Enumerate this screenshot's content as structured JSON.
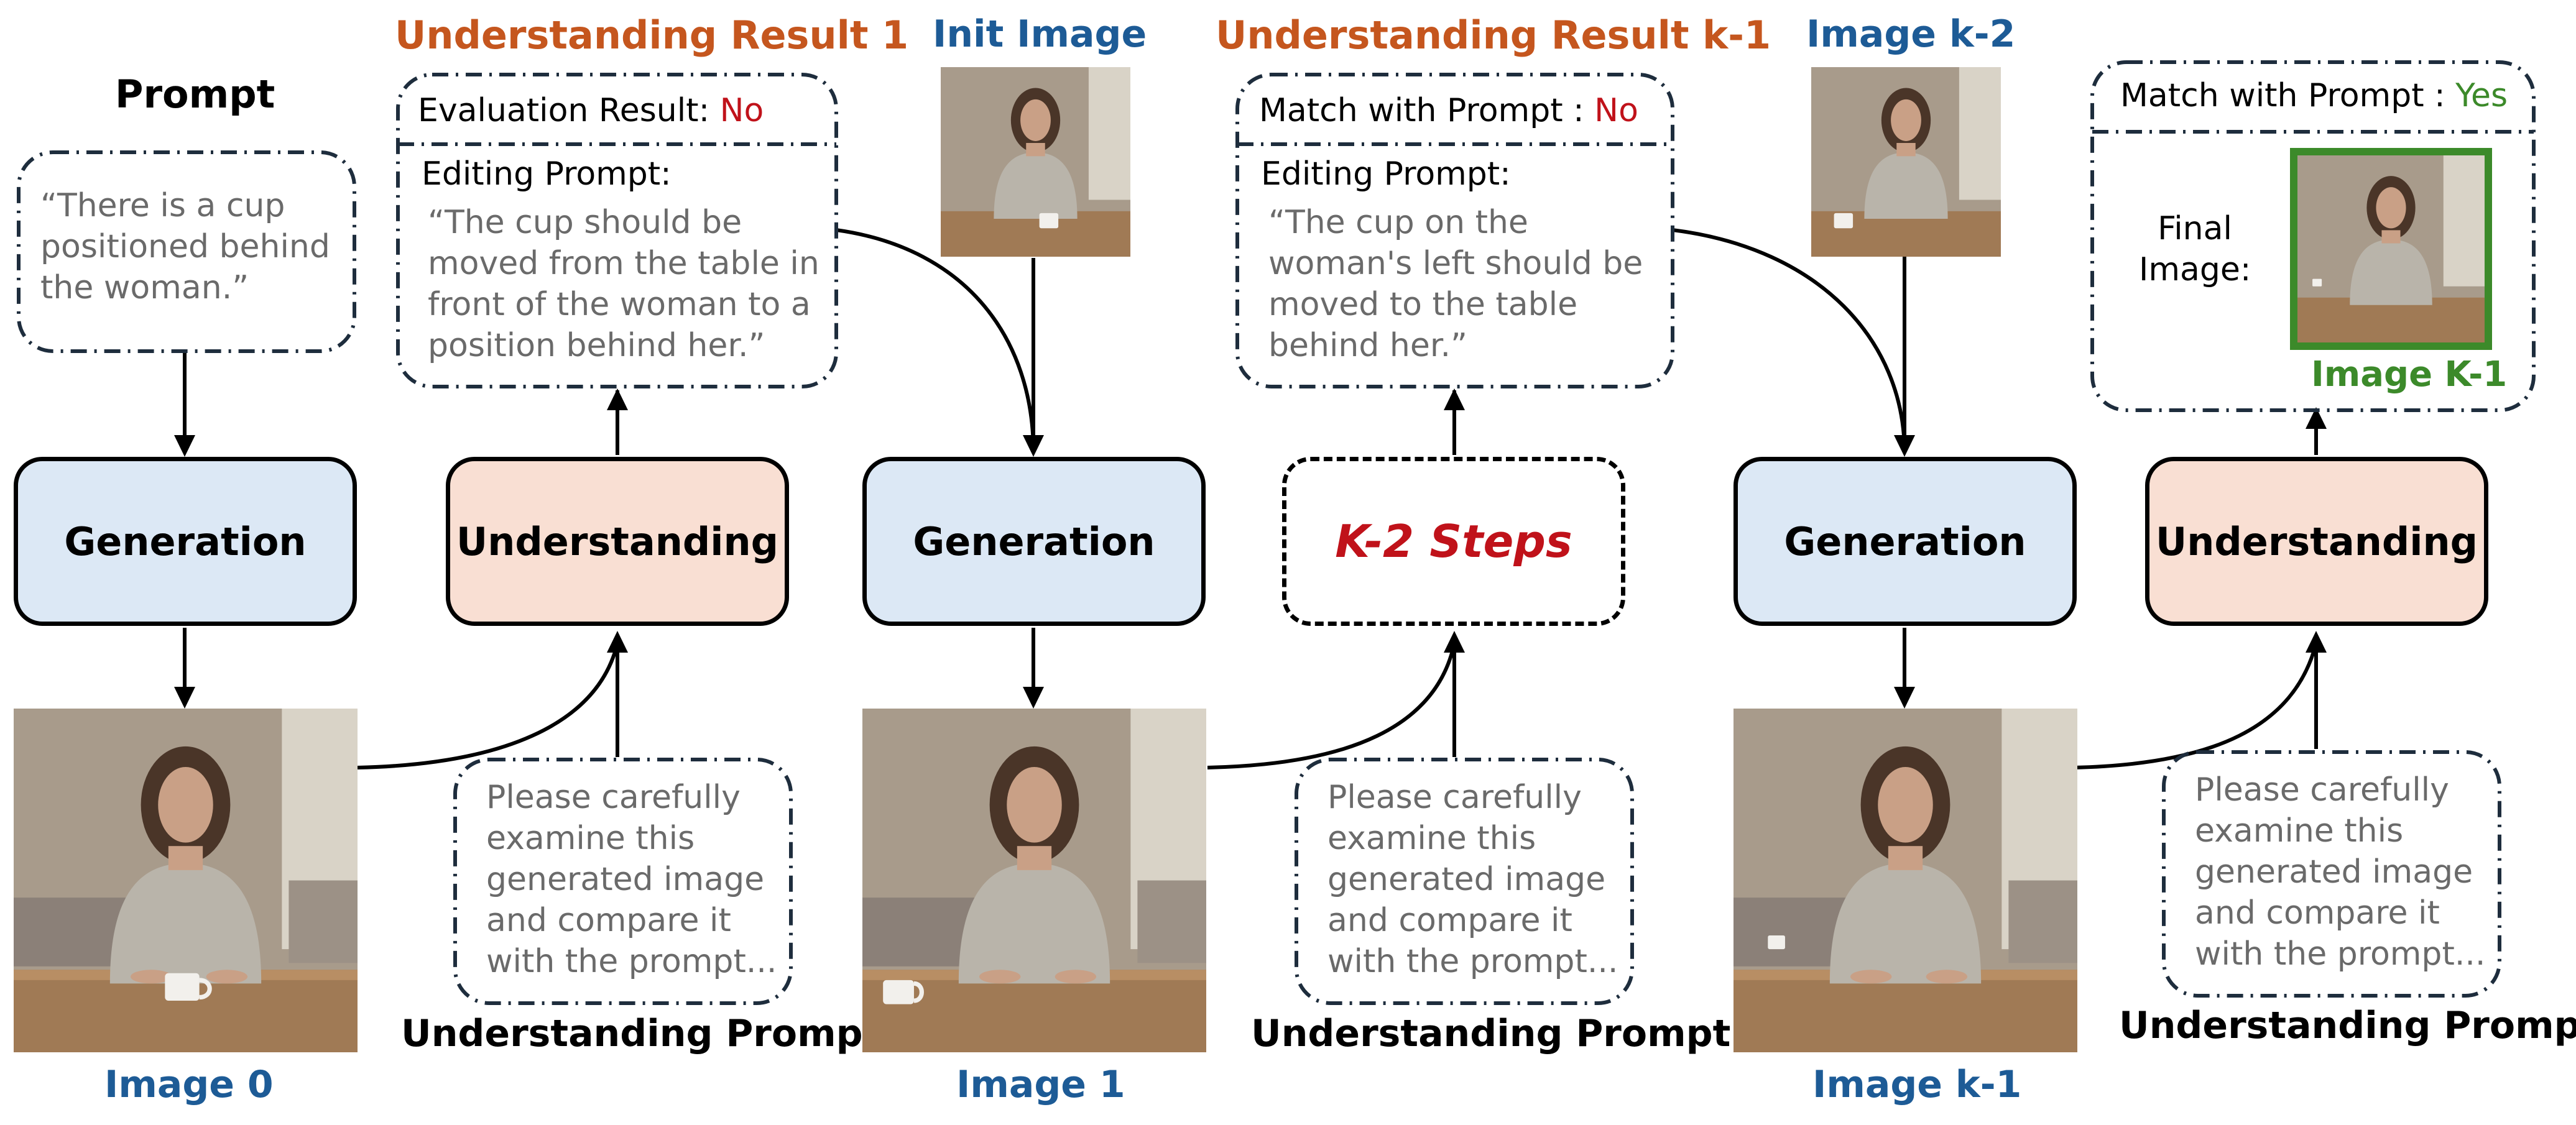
{
  "headers": {
    "prompt": "Prompt",
    "understanding_result_1": "Understanding Result 1",
    "init_image": "Init Image",
    "understanding_result_k1": "Understanding Result k-1",
    "image_k2": "Image k-2"
  },
  "prompt_box": {
    "text": "“There is a cup positioned behind the woman.”"
  },
  "result1": {
    "eval_label": "Evaluation Result: ",
    "eval_value": "No",
    "editing_label": "Editing Prompt:",
    "editing_text": "“The cup should be moved from the table in front of the woman to a position behind her.”"
  },
  "resultk1": {
    "match_label": "Match with Prompt : ",
    "match_value": "No",
    "editing_label": "Editing Prompt:",
    "editing_text": "“The cup on the woman's left should be moved to the table behind her.”"
  },
  "final": {
    "match_label": "Match with Prompt : ",
    "match_value": "Yes",
    "final_label": "Final Image:",
    "image_caption": "Image K-1"
  },
  "blocks": {
    "generation_1": "Generation",
    "understanding_1": "Understanding",
    "generation_2": "Generation",
    "steps": "K-2 Steps",
    "generation_3": "Generation",
    "understanding_3": "Understanding"
  },
  "understanding_prompt": {
    "text": "Please carefully examine this generated image and compare it with the prompt...",
    "caption": "Understanding Prompt"
  },
  "captions": {
    "image_0": "Image 0",
    "image_1": "Image 1",
    "image_k1": "Image k-1"
  },
  "colors": {
    "generation_fill": "#dce8f5",
    "understanding_fill": "#f9dfd3",
    "header_orange": "#c5561e",
    "header_blue": "#1d5b96",
    "no_red": "#c0121a",
    "yes_green": "#3c8a2a"
  }
}
